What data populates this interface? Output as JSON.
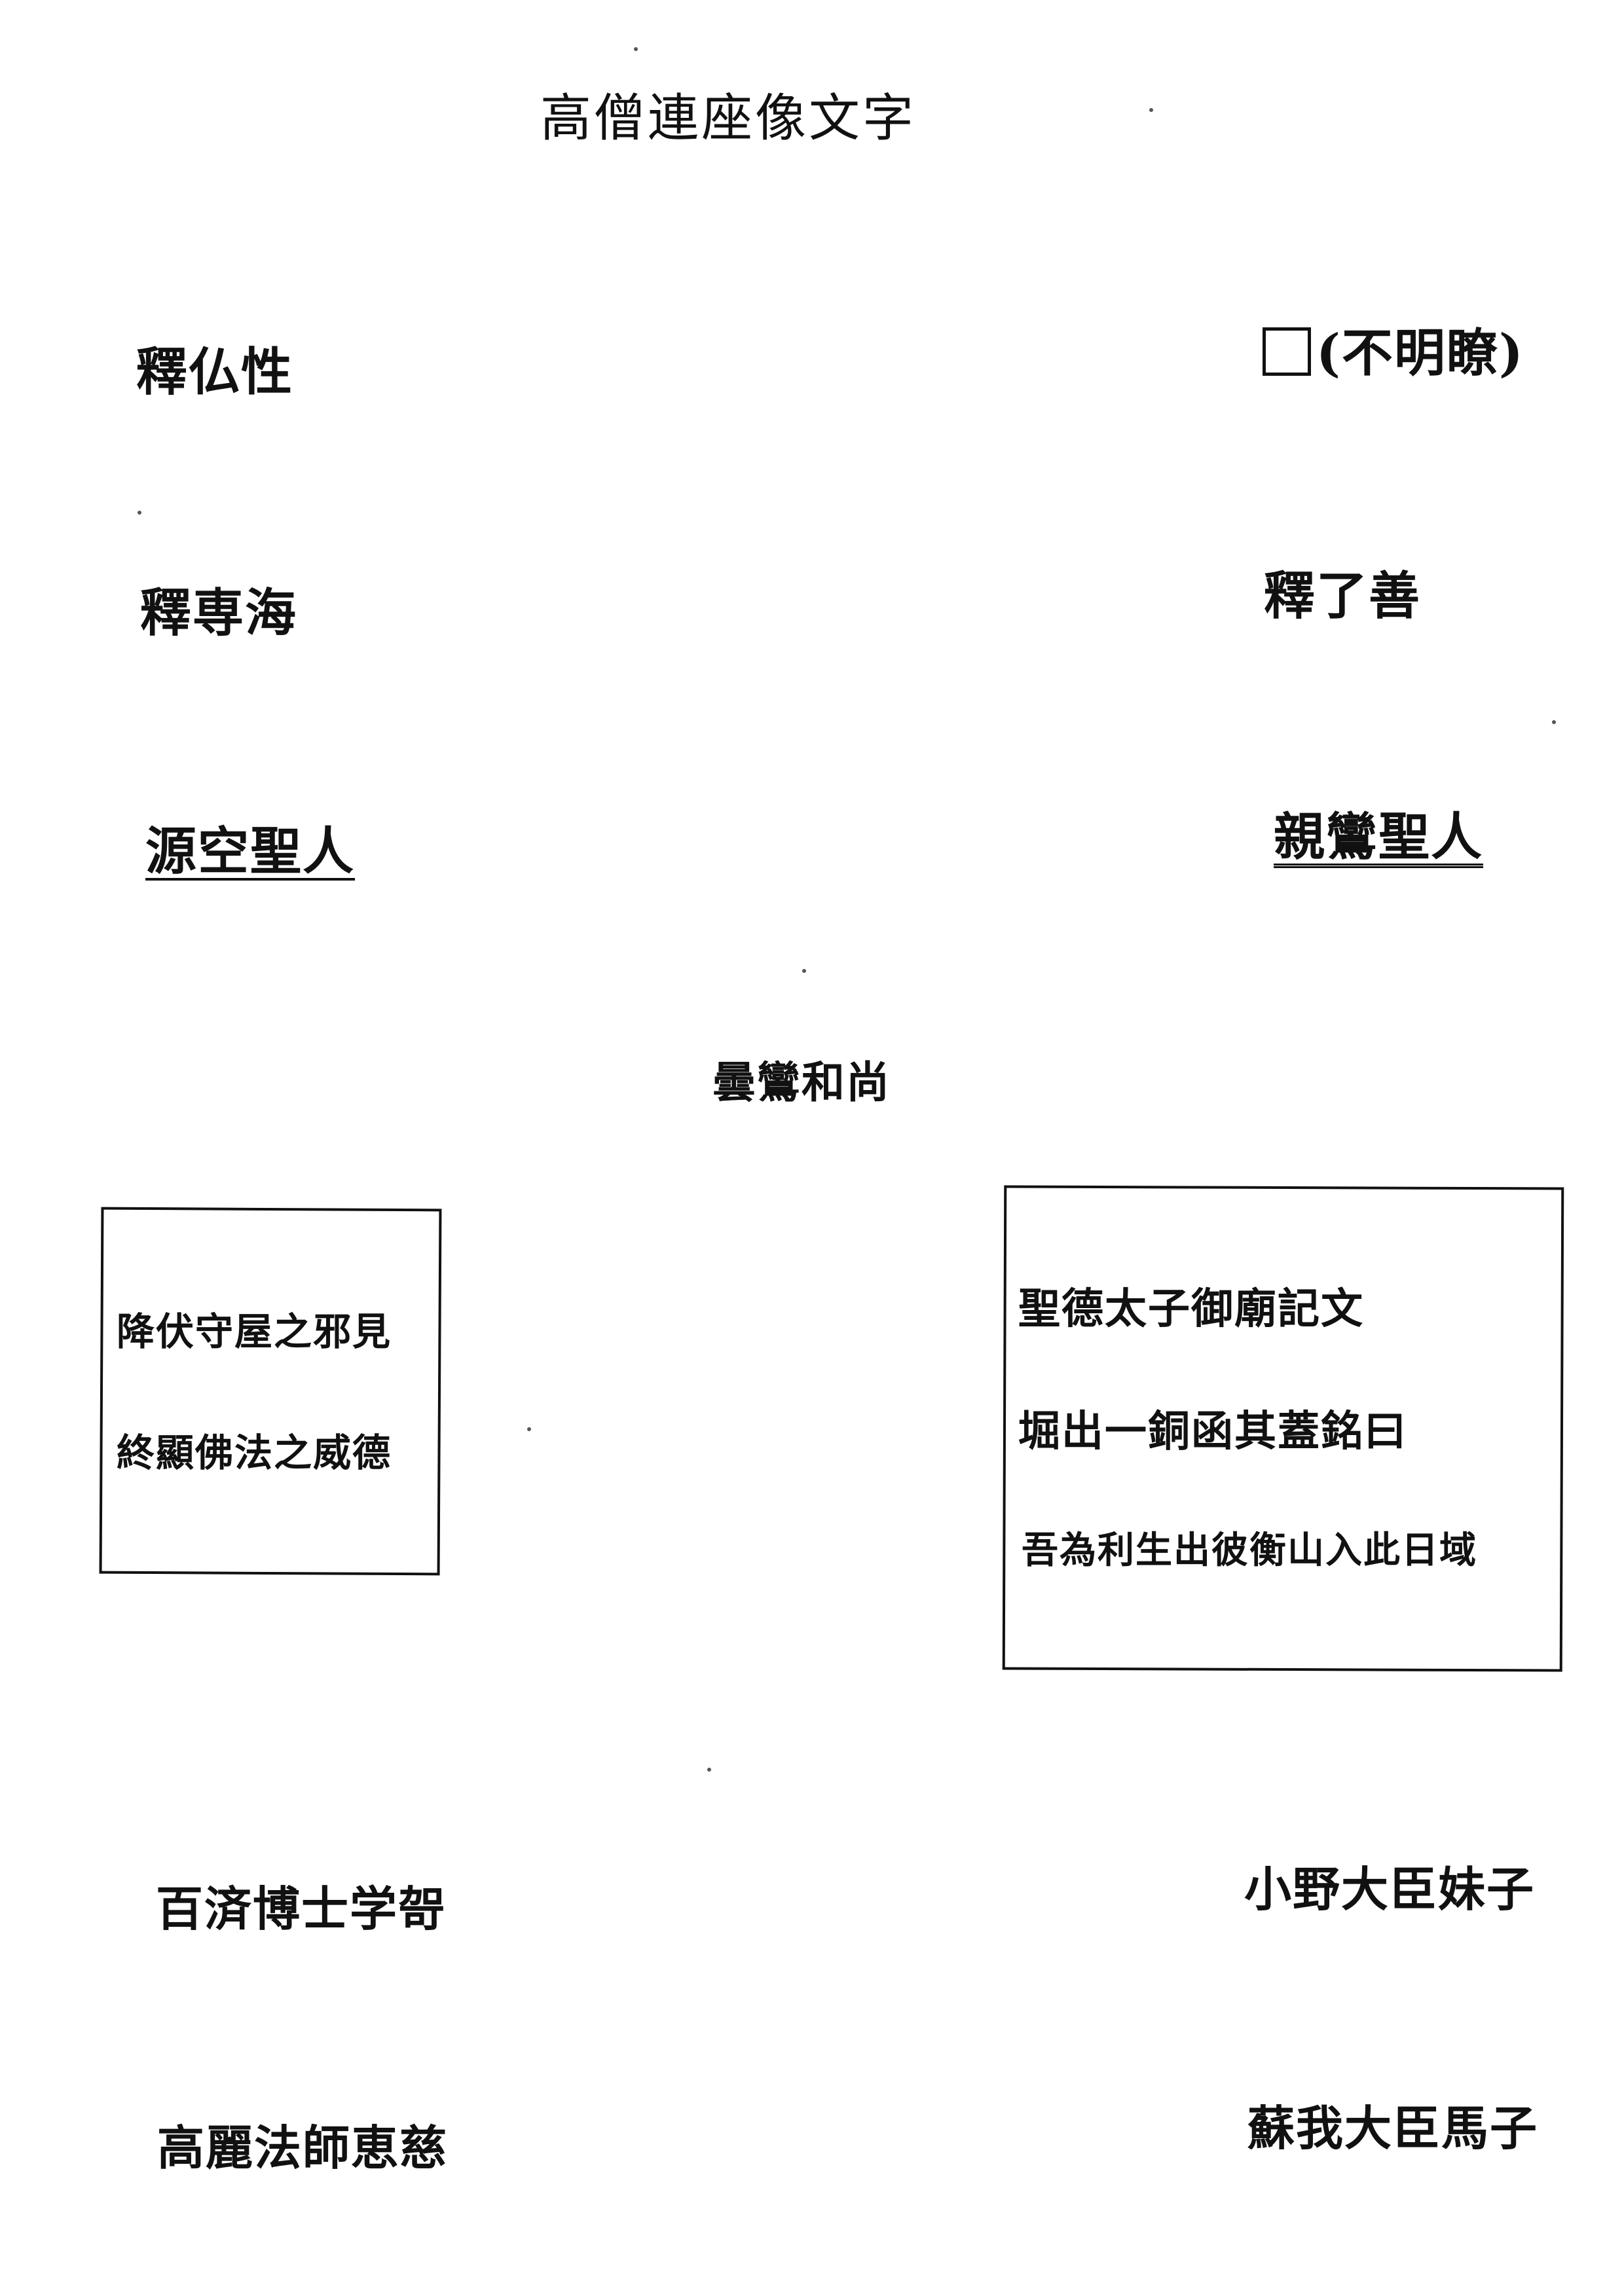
{
  "title": "高僧連座像文字",
  "left_names": [
    "釋仏性",
    "釋専海",
    "源空聖人"
  ],
  "right_names": [
    "(不明瞭)",
    "釋了善",
    "親鸞聖人"
  ],
  "center_name": "曇鸞和尚",
  "left_box": [
    "降伏守屋之邪見",
    "終顯佛法之威德"
  ],
  "right_box": [
    "聖德太子御廟記文",
    "堀出一銅函其蓋銘曰",
    "吾為利生出彼衡山入此日域"
  ],
  "bottom_left": [
    "百済博士学哿",
    "高麗法師恵慈"
  ],
  "bottom_right": [
    "小野大臣妹子",
    "蘇我大臣馬子"
  ]
}
